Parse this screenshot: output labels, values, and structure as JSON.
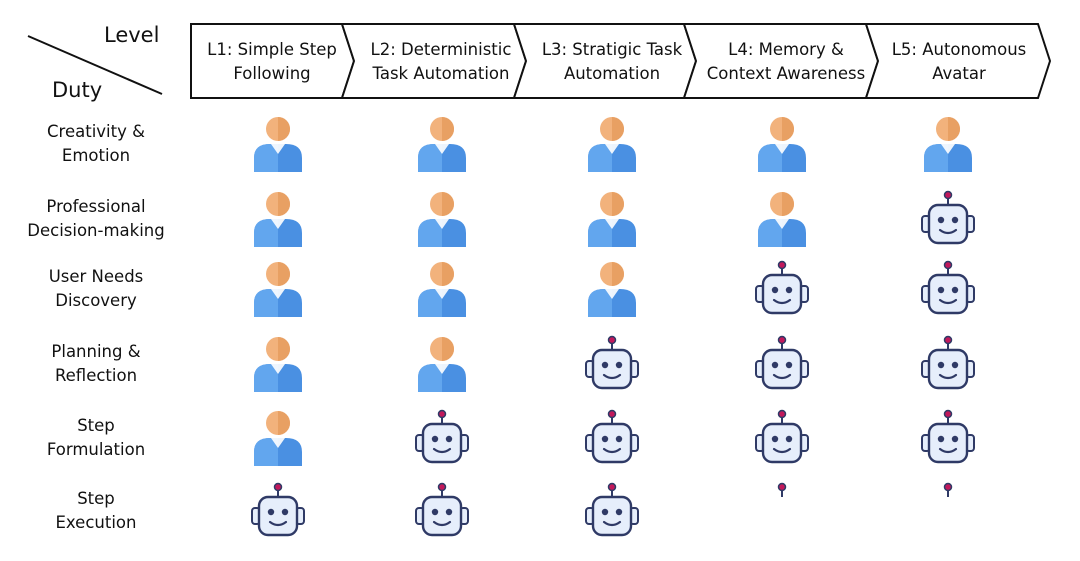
{
  "corner": {
    "level": "Level",
    "duty": "Duty"
  },
  "levels": [
    "L1: Simple Step\nFollowing",
    "L2: Deterministic\nTask Automation",
    "L3: Stratigic Task\nAutomation",
    "L4: Memory &\nContext Awareness",
    "L5: Autonomous\nAvatar"
  ],
  "duties": [
    {
      "label": "Creativity &\nEmotion",
      "cells": [
        "person-icon",
        "person-icon",
        "person-icon",
        "person-icon",
        "person-icon"
      ]
    },
    {
      "label": "Professional\nDecision-making",
      "cells": [
        "person-icon",
        "person-icon",
        "person-icon",
        "person-icon",
        "robot-icon"
      ]
    },
    {
      "label": "User Needs\nDiscovery",
      "cells": [
        "person-icon",
        "person-icon",
        "person-icon",
        "robot-icon",
        "robot-icon"
      ]
    },
    {
      "label": "Planning &\nReflection",
      "cells": [
        "person-icon",
        "person-icon",
        "robot-icon",
        "robot-icon",
        "robot-icon"
      ]
    },
    {
      "label": "Step\nFormulation",
      "cells": [
        "person-icon",
        "robot-icon",
        "robot-icon",
        "robot-icon",
        "robot-icon"
      ]
    },
    {
      "label": "Step\nExecution",
      "cells": [
        "robot-icon",
        "robot-icon",
        "robot-icon",
        "robot-antenna-icon",
        "robot-antenna-icon"
      ]
    }
  ],
  "colors": {
    "person_head": "#F2B27C",
    "person_body": "#4A90E2",
    "robot_outline": "#2F3A66",
    "robot_face": "#E6EEFB",
    "robot_antenna": "#C2185B"
  }
}
